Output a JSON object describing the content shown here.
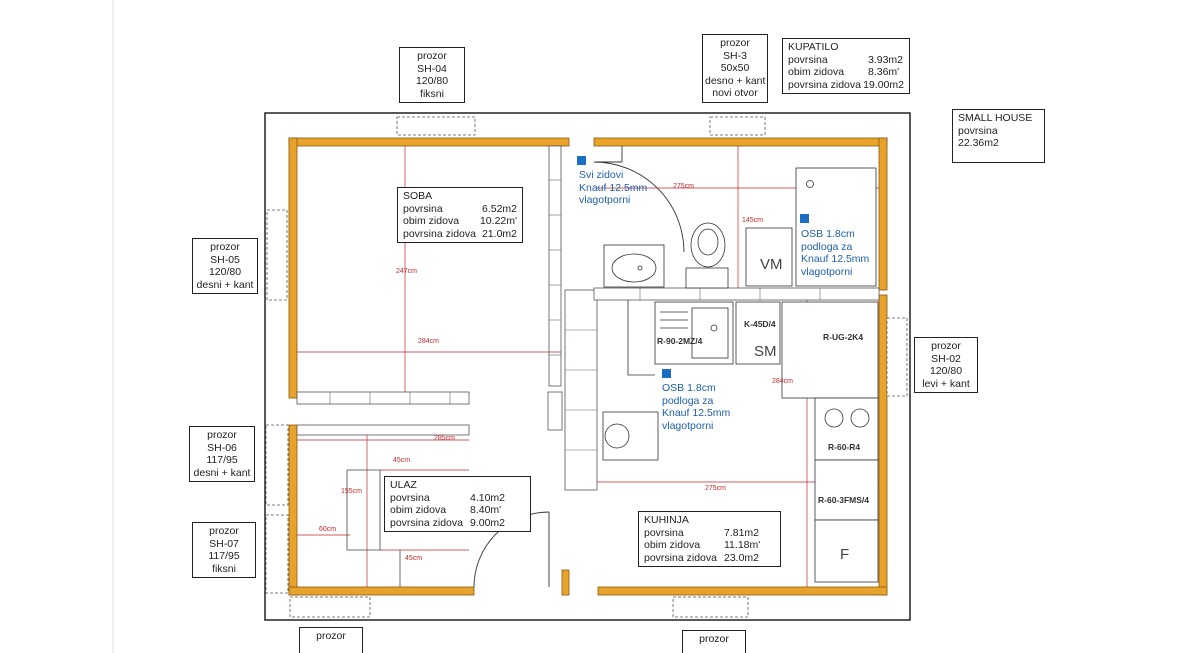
{
  "windows": {
    "sh04": {
      "title": "prozor",
      "code": "SH-04",
      "size": "120/80",
      "type": "fiksni"
    },
    "sh03": {
      "title": "prozor",
      "code": "SH-3",
      "size": "50x50",
      "type": "desno + kant",
      "extra": "novi otvor"
    },
    "sh05": {
      "title": "prozor",
      "code": "SH-05",
      "size": "120/80",
      "type": "desni + kant"
    },
    "sh02": {
      "title": "prozor",
      "code": "SH-02",
      "size": "120/80",
      "type": "levi + kant"
    },
    "sh06": {
      "title": "prozor",
      "code": "SH-06",
      "size": "117/95",
      "type": "desni + kant"
    },
    "sh07": {
      "title": "prozor",
      "code": "SH-07",
      "size": "117/95",
      "type": "fiksni"
    },
    "sh08": {
      "title": "prozor"
    },
    "sh01": {
      "title": "prozor"
    }
  },
  "house": {
    "title": "SMALL HOUSE",
    "area_label": "povrsina",
    "area": "22.36m2"
  },
  "rooms": {
    "kupatilo": {
      "name": "KUPATILO",
      "k1": "povrsina",
      "v1": "3.93m2",
      "k2": "obim zidova",
      "v2": "8.36m'",
      "k3": "povrsina zidova",
      "v3": "19.00m2"
    },
    "soba": {
      "name": "SOBA",
      "k1": "povrsina",
      "v1": "6.52m2",
      "k2": "obim zidova",
      "v2": "10.22m'",
      "k3": "povrsina zidova",
      "v3": "21.0m2"
    },
    "ulaz": {
      "name": "ULAZ",
      "k1": "povrsina",
      "v1": "4.10m2",
      "k2": "obim zidova",
      "v2": "8.40m'",
      "k3": "povrsina zidova",
      "v3": "9.00m2"
    },
    "kuhinja": {
      "name": "KUHINJA",
      "k1": "povrsina",
      "v1": "7.81m2",
      "k2": "obim zidova",
      "v2": "11.18m'",
      "k3": "povrsina zidova",
      "v3": "23.0m2"
    }
  },
  "notes": {
    "knauf_walls": [
      "Svi zidovi",
      "Knauf 12.5mm",
      "vlagotporni"
    ],
    "osb_bath": [
      "OSB 1.8cm",
      "podloga za",
      "Knauf 12.5mm",
      "vlagotporni"
    ],
    "osb_kitchen": [
      "OSB 1.8cm",
      "podloga za",
      "Knauf 12.5mm",
      "vlagotporni"
    ]
  },
  "dimensions": {
    "d275_top": "275cm",
    "d145": "145cm",
    "d247": "247cm",
    "d284_soba": "284cm",
    "d285": "285cm",
    "d45_a": "45cm",
    "d155": "155cm",
    "d60": "60cm",
    "d45_b": "45cm",
    "d284_kitchen": "284cm",
    "d275_bottom": "275cm"
  },
  "appliances": {
    "vm": "VM",
    "sm": "SM",
    "f": "F",
    "k45": "K-45D/4",
    "r90": "R-90-2MZ/4",
    "rug": "R-UG-2K4",
    "r60r4": "R-60-R4",
    "r60fms": "R-60-3FMS/4"
  },
  "colors": {
    "wall": "#e8a32c",
    "wall_edge": "#8a5a10",
    "dim": "#c0292b",
    "note": "#1f5fa8",
    "marker": "#1a6fc4"
  }
}
